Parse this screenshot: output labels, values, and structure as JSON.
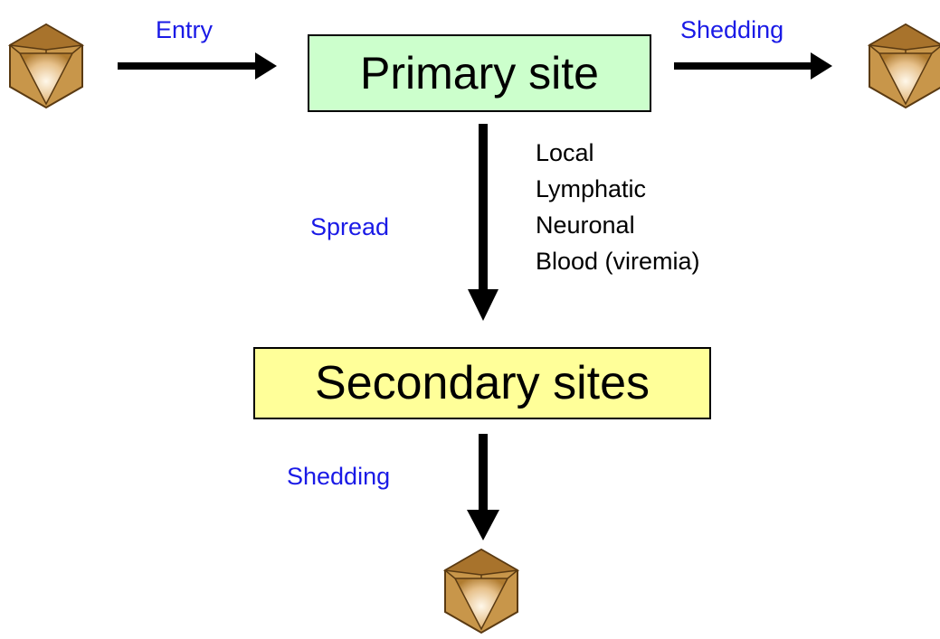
{
  "colors": {
    "label_blue": "#1a1ae6",
    "primary_fill": "#ccffcc",
    "secondary_fill": "#ffff99",
    "virion_edge": "#8b5a1e",
    "virion_fill_light": "#fff8ea",
    "virion_fill_dark": "#c8964a"
  },
  "icons": {
    "virion": "icosahedral-virus-particle-icon"
  },
  "labels": {
    "entry": "Entry",
    "shedding_top": "Shedding",
    "spread": "Spread",
    "shedding_bottom": "Shedding"
  },
  "boxes": {
    "primary": "Primary site",
    "secondary": "Secondary sites"
  },
  "spread_routes": [
    "Local",
    "Lymphatic",
    "Neuronal",
    "Blood (viremia)"
  ]
}
